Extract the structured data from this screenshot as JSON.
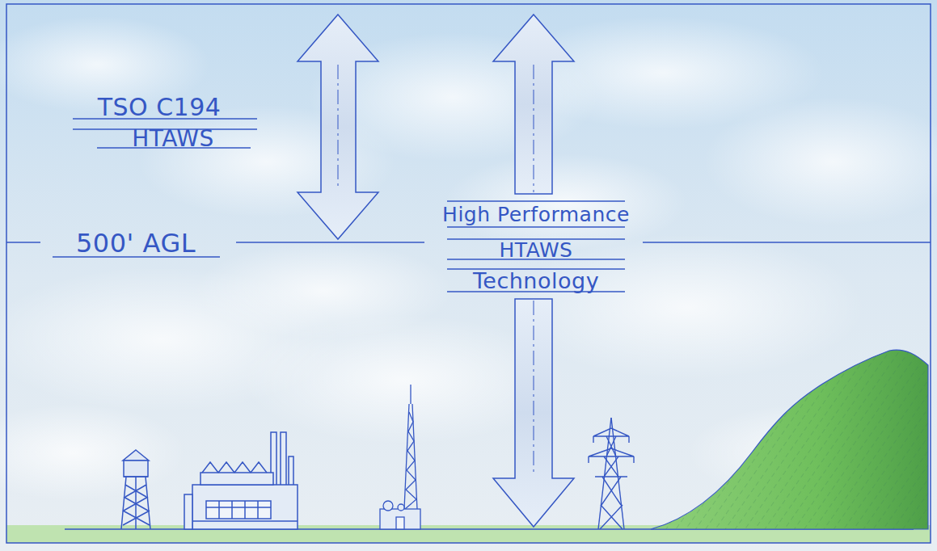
{
  "diagram": {
    "labels": [
      "TSO C194",
      "HTAWS",
      "500' AGL",
      "High Performance",
      "HTAWS",
      "Technology"
    ]
  }
}
